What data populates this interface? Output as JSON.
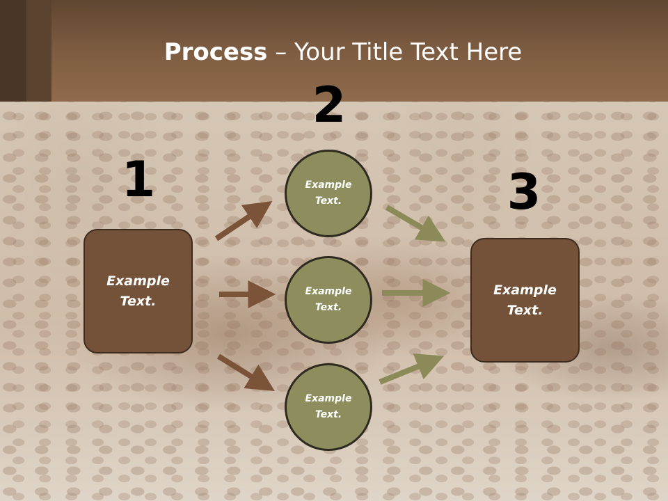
{
  "slide": {
    "title_bold": "Process",
    "title_rest": " – Your Title Text Here",
    "steps": [
      {
        "number": "1",
        "text": "Example Text."
      },
      {
        "number": "2",
        "circles": [
          "Example Text.",
          "Example Text.",
          "Example Text."
        ]
      },
      {
        "number": "3",
        "text": "Example Text."
      }
    ]
  },
  "colors": {
    "header": "#7d5c41",
    "box_fill": "#735239",
    "circle_fill": "#8d8d5d",
    "arrow_brown": "#7a5338",
    "arrow_olive": "#8b8a58"
  }
}
